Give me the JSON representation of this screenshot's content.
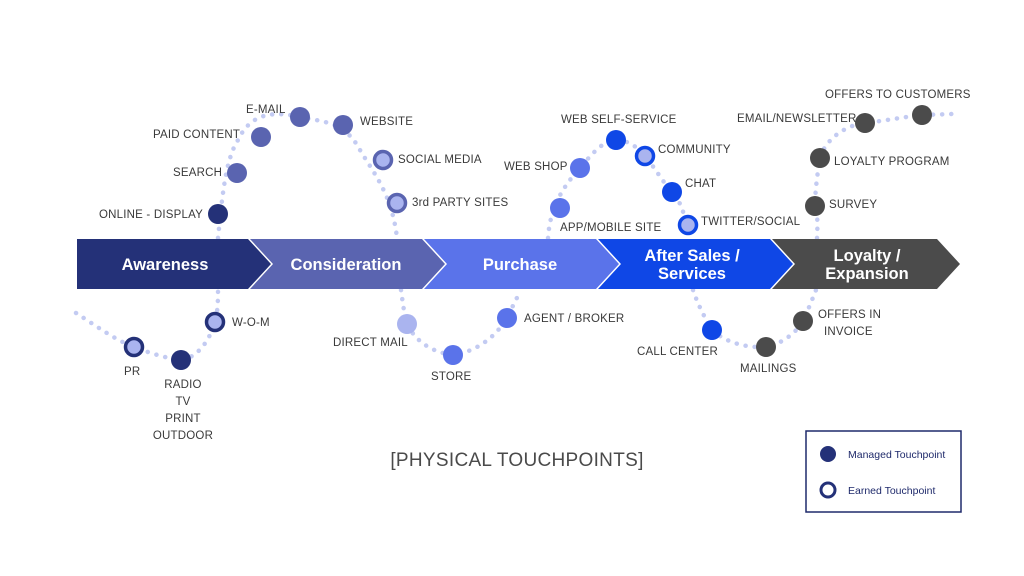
{
  "title": "[PHYSICAL TOUCHPOINTS]",
  "colors": {
    "awareness": "#243178",
    "consideration": "#5a64b0",
    "purchase": "#5a73ea",
    "after_sales": "#0f47e6",
    "loyalty": "#4b4b4b",
    "light_node": "#aab4ef",
    "dots": "#c3cbf2",
    "legend_border": "#1f2a6b"
  },
  "stages": [
    {
      "id": "awareness",
      "lines": [
        "Awareness"
      ]
    },
    {
      "id": "consideration",
      "lines": [
        "Consideration"
      ]
    },
    {
      "id": "purchase",
      "lines": [
        "Purchase"
      ]
    },
    {
      "id": "after_sales",
      "lines": [
        "After Sales /",
        "Services"
      ]
    },
    {
      "id": "loyalty",
      "lines": [
        "Loyalty /",
        "Expansion"
      ]
    }
  ],
  "touchpoints": {
    "online_display": "ONLINE - DISPLAY",
    "search": "SEARCH",
    "paid_content": "PAID CONTENT",
    "email": "E-MAIL",
    "website": "WEBSITE",
    "social_media": "SOCIAL MEDIA",
    "third_party": "3rd PARTY SITES",
    "app_mobile": "APP/MOBILE SITE",
    "web_shop": "WEB SHOP",
    "web_self_service": "WEB SELF-SERVICE",
    "community": "COMMUNITY",
    "chat": "CHAT",
    "twitter_social": "TWITTER/SOCIAL",
    "survey": "SURVEY",
    "loyalty_program": "LOYALTY PROGRAM",
    "email_newsletter": "EMAIL/NEWSLETTER",
    "offers_to_customers": "OFFERS TO CUSTOMERS",
    "pr": "PR",
    "radio_lines": [
      "RADIO",
      "TV",
      "PRINT",
      "OUTDOOR"
    ],
    "wom": "W-O-M",
    "direct_mail": "DIRECT MAIL",
    "store": "STORE",
    "agent_broker": "AGENT / BROKER",
    "call_center": "CALL CENTER",
    "mailings": "MAILINGS",
    "offers_in_invoice_lines": [
      "OFFERS IN",
      "INVOICE"
    ]
  },
  "legend": {
    "managed": "Managed Touchpoint",
    "earned": "Earned Touchpoint"
  }
}
